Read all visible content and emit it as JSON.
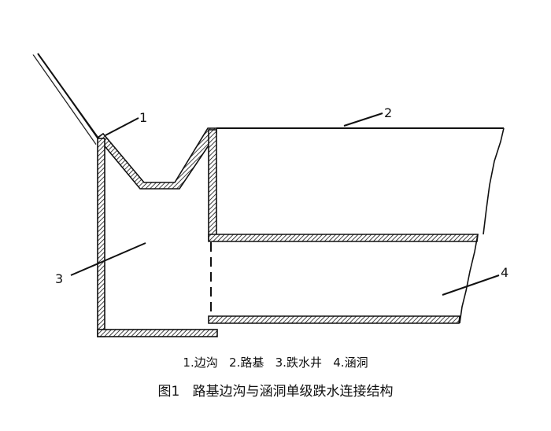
{
  "diagram": {
    "labels": {
      "n1": "1",
      "n2": "2",
      "n3": "3",
      "n4": "4"
    },
    "legend": "1.边沟   2.路基   3.跌水井   4.涵洞",
    "caption": "图1   路基边沟与涵洞单级跌水连接结构"
  }
}
